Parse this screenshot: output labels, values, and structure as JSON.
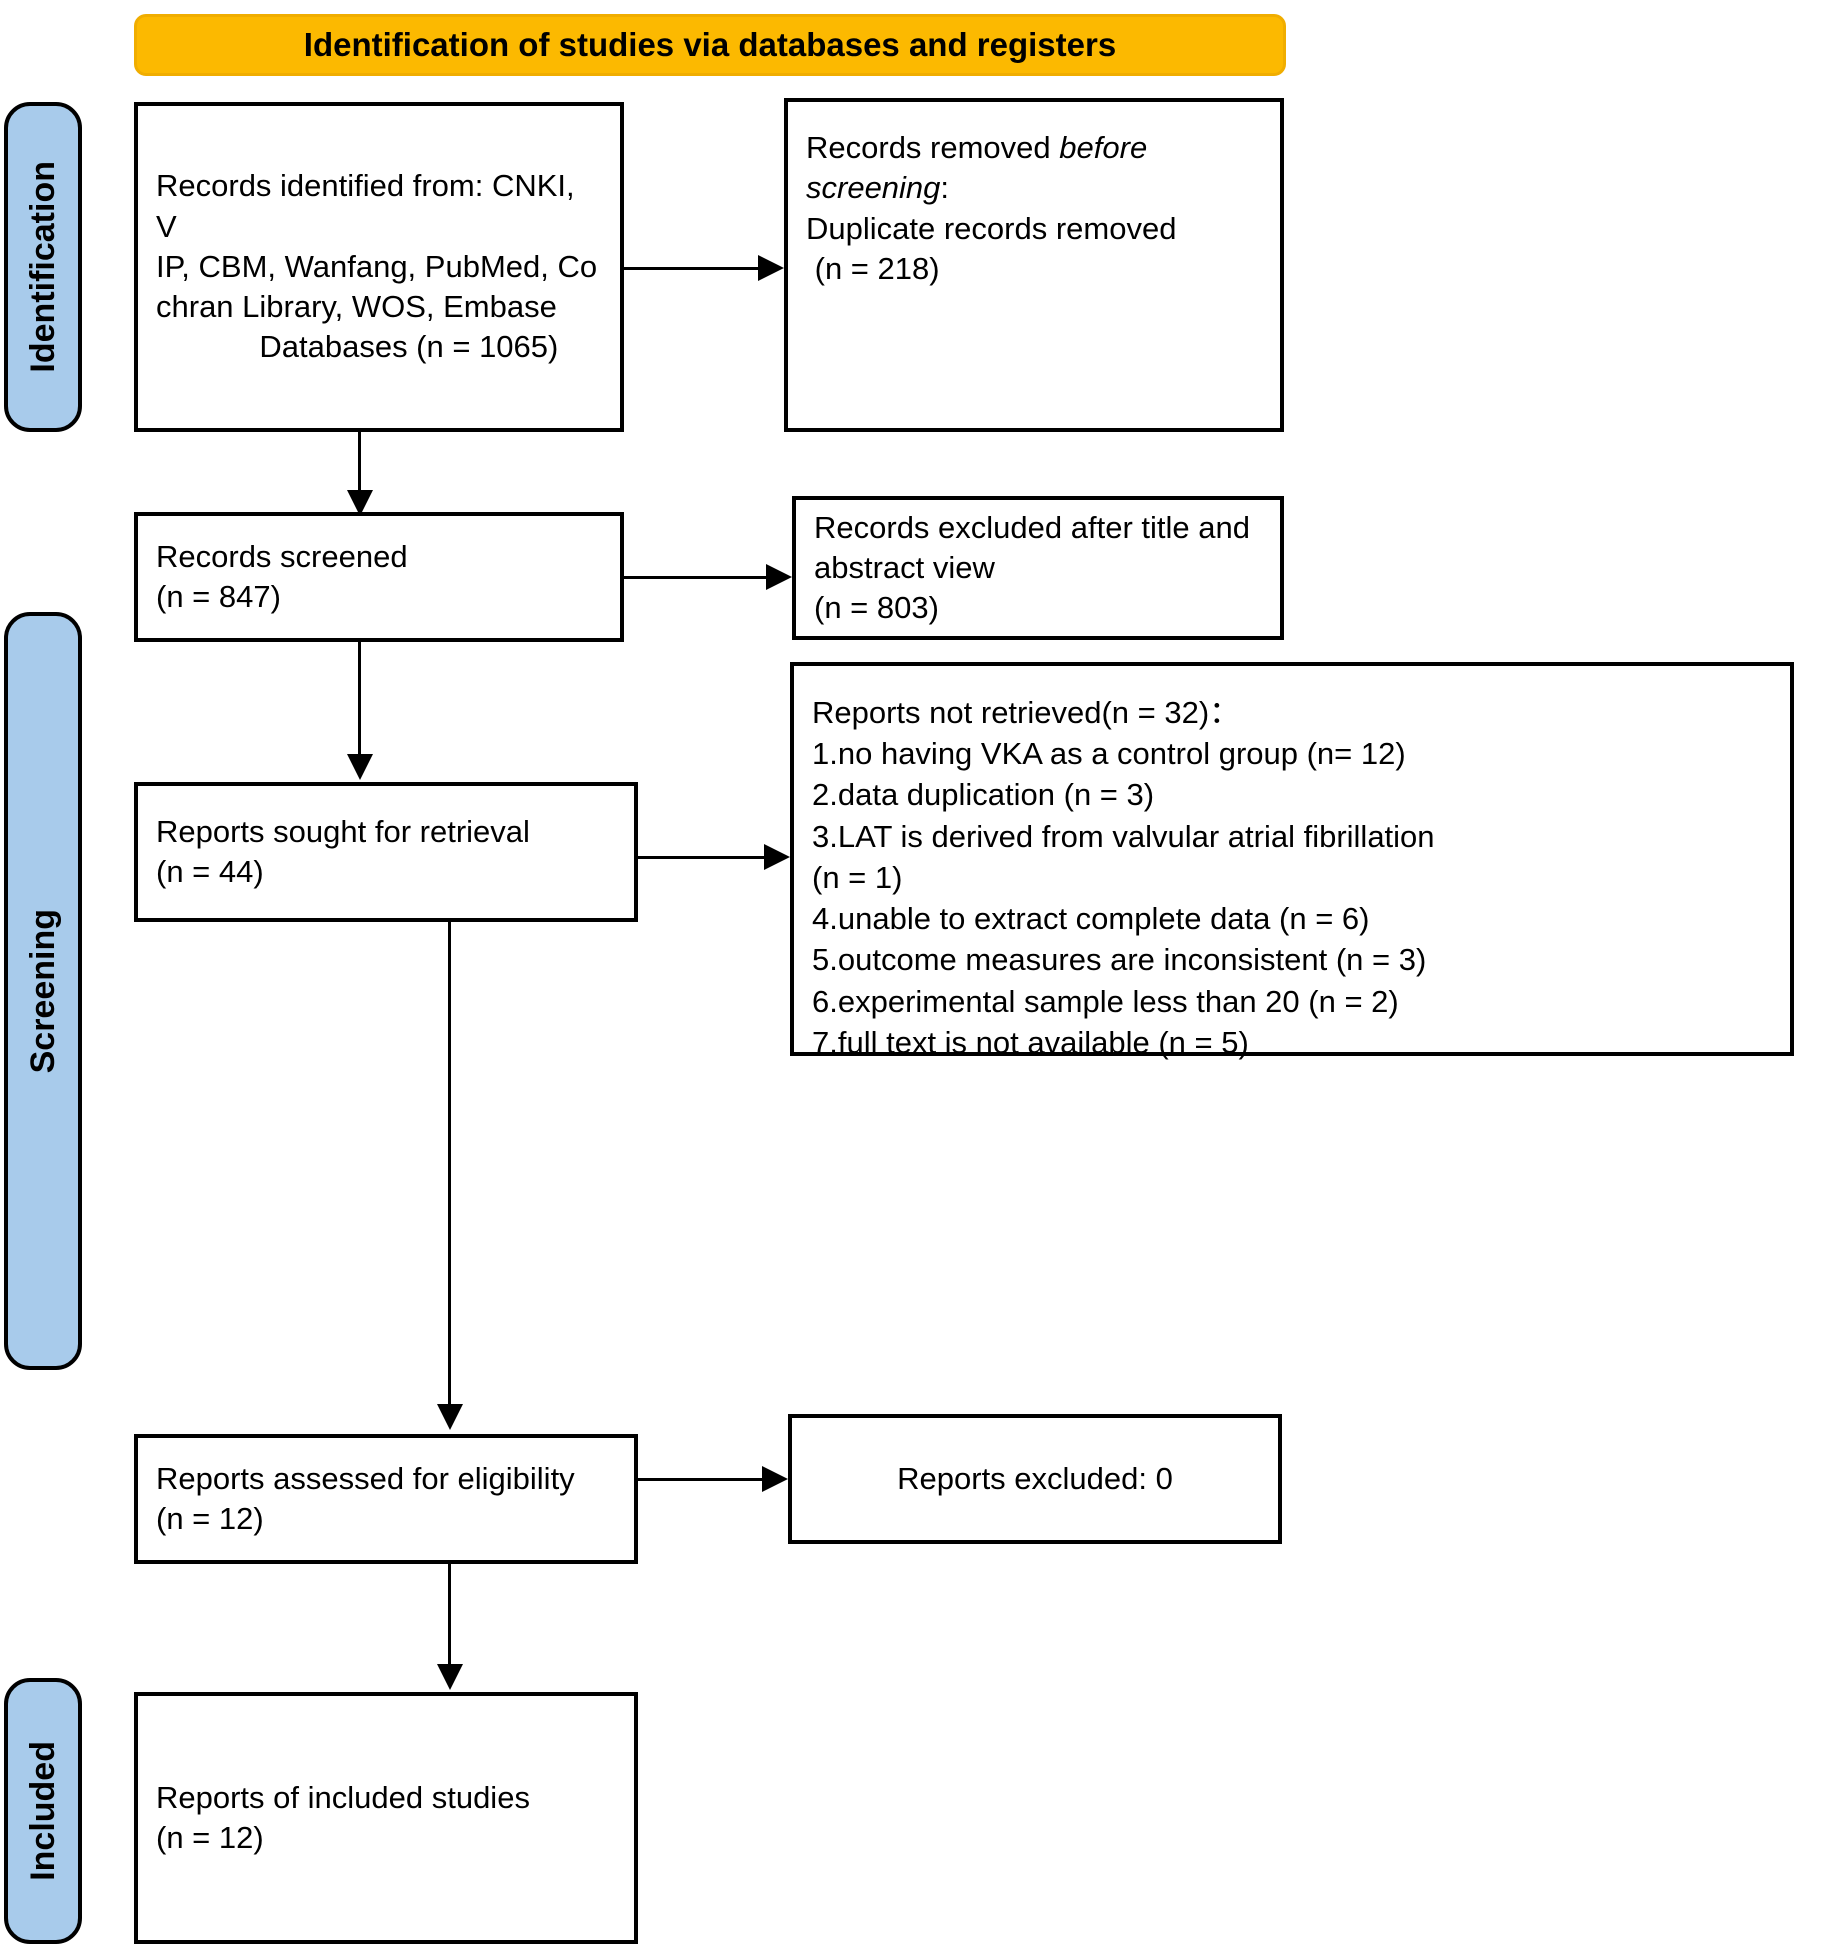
{
  "diagram": {
    "title": "PRISMA flow diagram",
    "banner": {
      "label": "Identification of studies via databases and registers",
      "color": "#fcb900"
    },
    "stage_color": "#a8cbeb",
    "stages": [
      {
        "id": "identification",
        "label": "Identification"
      },
      {
        "id": "screening",
        "label": "Screening"
      },
      {
        "id": "included",
        "label": "Included"
      }
    ],
    "boxes": {
      "records_identified": {
        "id": "records-identified",
        "text": "Records identified from: CNKI,  V\nIP, CBM, Wanfang, PubMed, Co\nchran Library, WOS, Embase\n            Databases (n = 1065)",
        "n": 1065
      },
      "records_removed": {
        "id": "records-removed-before-screening",
        "line1_plain": "Records removed ",
        "line1_italic": "before",
        "line2_italic": "screening",
        "line2_plain": ":",
        "line3": "Duplicate records removed",
        "line4": " (n = 218)",
        "n": 218
      },
      "records_screened": {
        "id": "records-screened",
        "text": "Records screened\n(n = 847)",
        "n": 847
      },
      "records_excluded": {
        "id": "records-excluded",
        "text": "Records excluded after title and\nabstract view\n(n = 803)",
        "n": 803
      },
      "reports_sought": {
        "id": "reports-sought-for-retrieval",
        "text": "Reports sought for retrieval\n(n = 44)",
        "n": 44
      },
      "reports_not_retrieved": {
        "id": "reports-not-retrieved",
        "heading": "Reports not retrieved(n = 32)：",
        "n": 32,
        "items": [
          "1.no having VKA as a control group (n= 12)",
          "2.data duplication (n = 3)",
          "3.LAT is derived from valvular atrial fibrillation",
          "(n = 1)",
          "4.unable to extract complete data (n = 6)",
          "5.outcome measures are inconsistent (n = 3)",
          "6.experimental sample less than 20 (n = 2)",
          "7.full text is not available (n = 5)"
        ]
      },
      "reports_assessed": {
        "id": "reports-assessed-for-eligibility",
        "text": "Reports assessed for eligibility\n(n = 12)",
        "n": 12
      },
      "reports_excluded": {
        "id": "reports-excluded",
        "text": "Reports excluded: 0",
        "n": 0
      },
      "reports_included": {
        "id": "reports-of-included-studies",
        "text": "Reports of included studies\n(n = 12)",
        "n": 12
      }
    }
  }
}
